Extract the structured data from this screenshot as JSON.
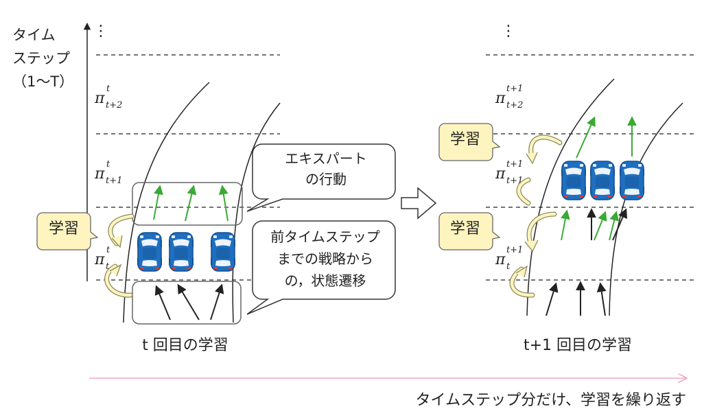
{
  "axis": {
    "label_line1": "タイム",
    "label_line2": "ステップ",
    "label_line3": "（1〜T）",
    "dots": "⋮"
  },
  "left_panel": {
    "pi_t2": {
      "base": "π",
      "sup": "t",
      "sub": "t+2"
    },
    "pi_t1": {
      "base": "π",
      "sup": "t",
      "sub": "t+1"
    },
    "pi_t": {
      "base": "π",
      "sup": "t",
      "sub": "t"
    },
    "learn_label": "学習",
    "callout_expert_line1": "エキスパート",
    "callout_expert_line2": "の行動",
    "callout_prev_line1": "前タイムステップ",
    "callout_prev_line2": "までの戦略から",
    "callout_prev_line3": "の，状態遷移",
    "caption": "t 回目の学習"
  },
  "right_panel": {
    "dots": "⋮",
    "pi_t2": {
      "base": "π",
      "sup": "t+1",
      "sub": "t+2"
    },
    "pi_t1": {
      "base": "π",
      "sup": "t+1",
      "sub": "t+1"
    },
    "pi_t": {
      "base": "π",
      "sup": "t+1",
      "sub": "t"
    },
    "learn_label_upper": "学習",
    "learn_label_lower": "学習",
    "caption": "t+1 回目の学習"
  },
  "bottom_caption": "タイムステップ分だけ、学習を繰り返す",
  "colors": {
    "car_blue": "#1f6fc0",
    "green_arrow": "#3aa935",
    "learn_box_fill": "#fdf4c0",
    "pink_arrow": "#f3a8c4",
    "line": "#222222"
  }
}
